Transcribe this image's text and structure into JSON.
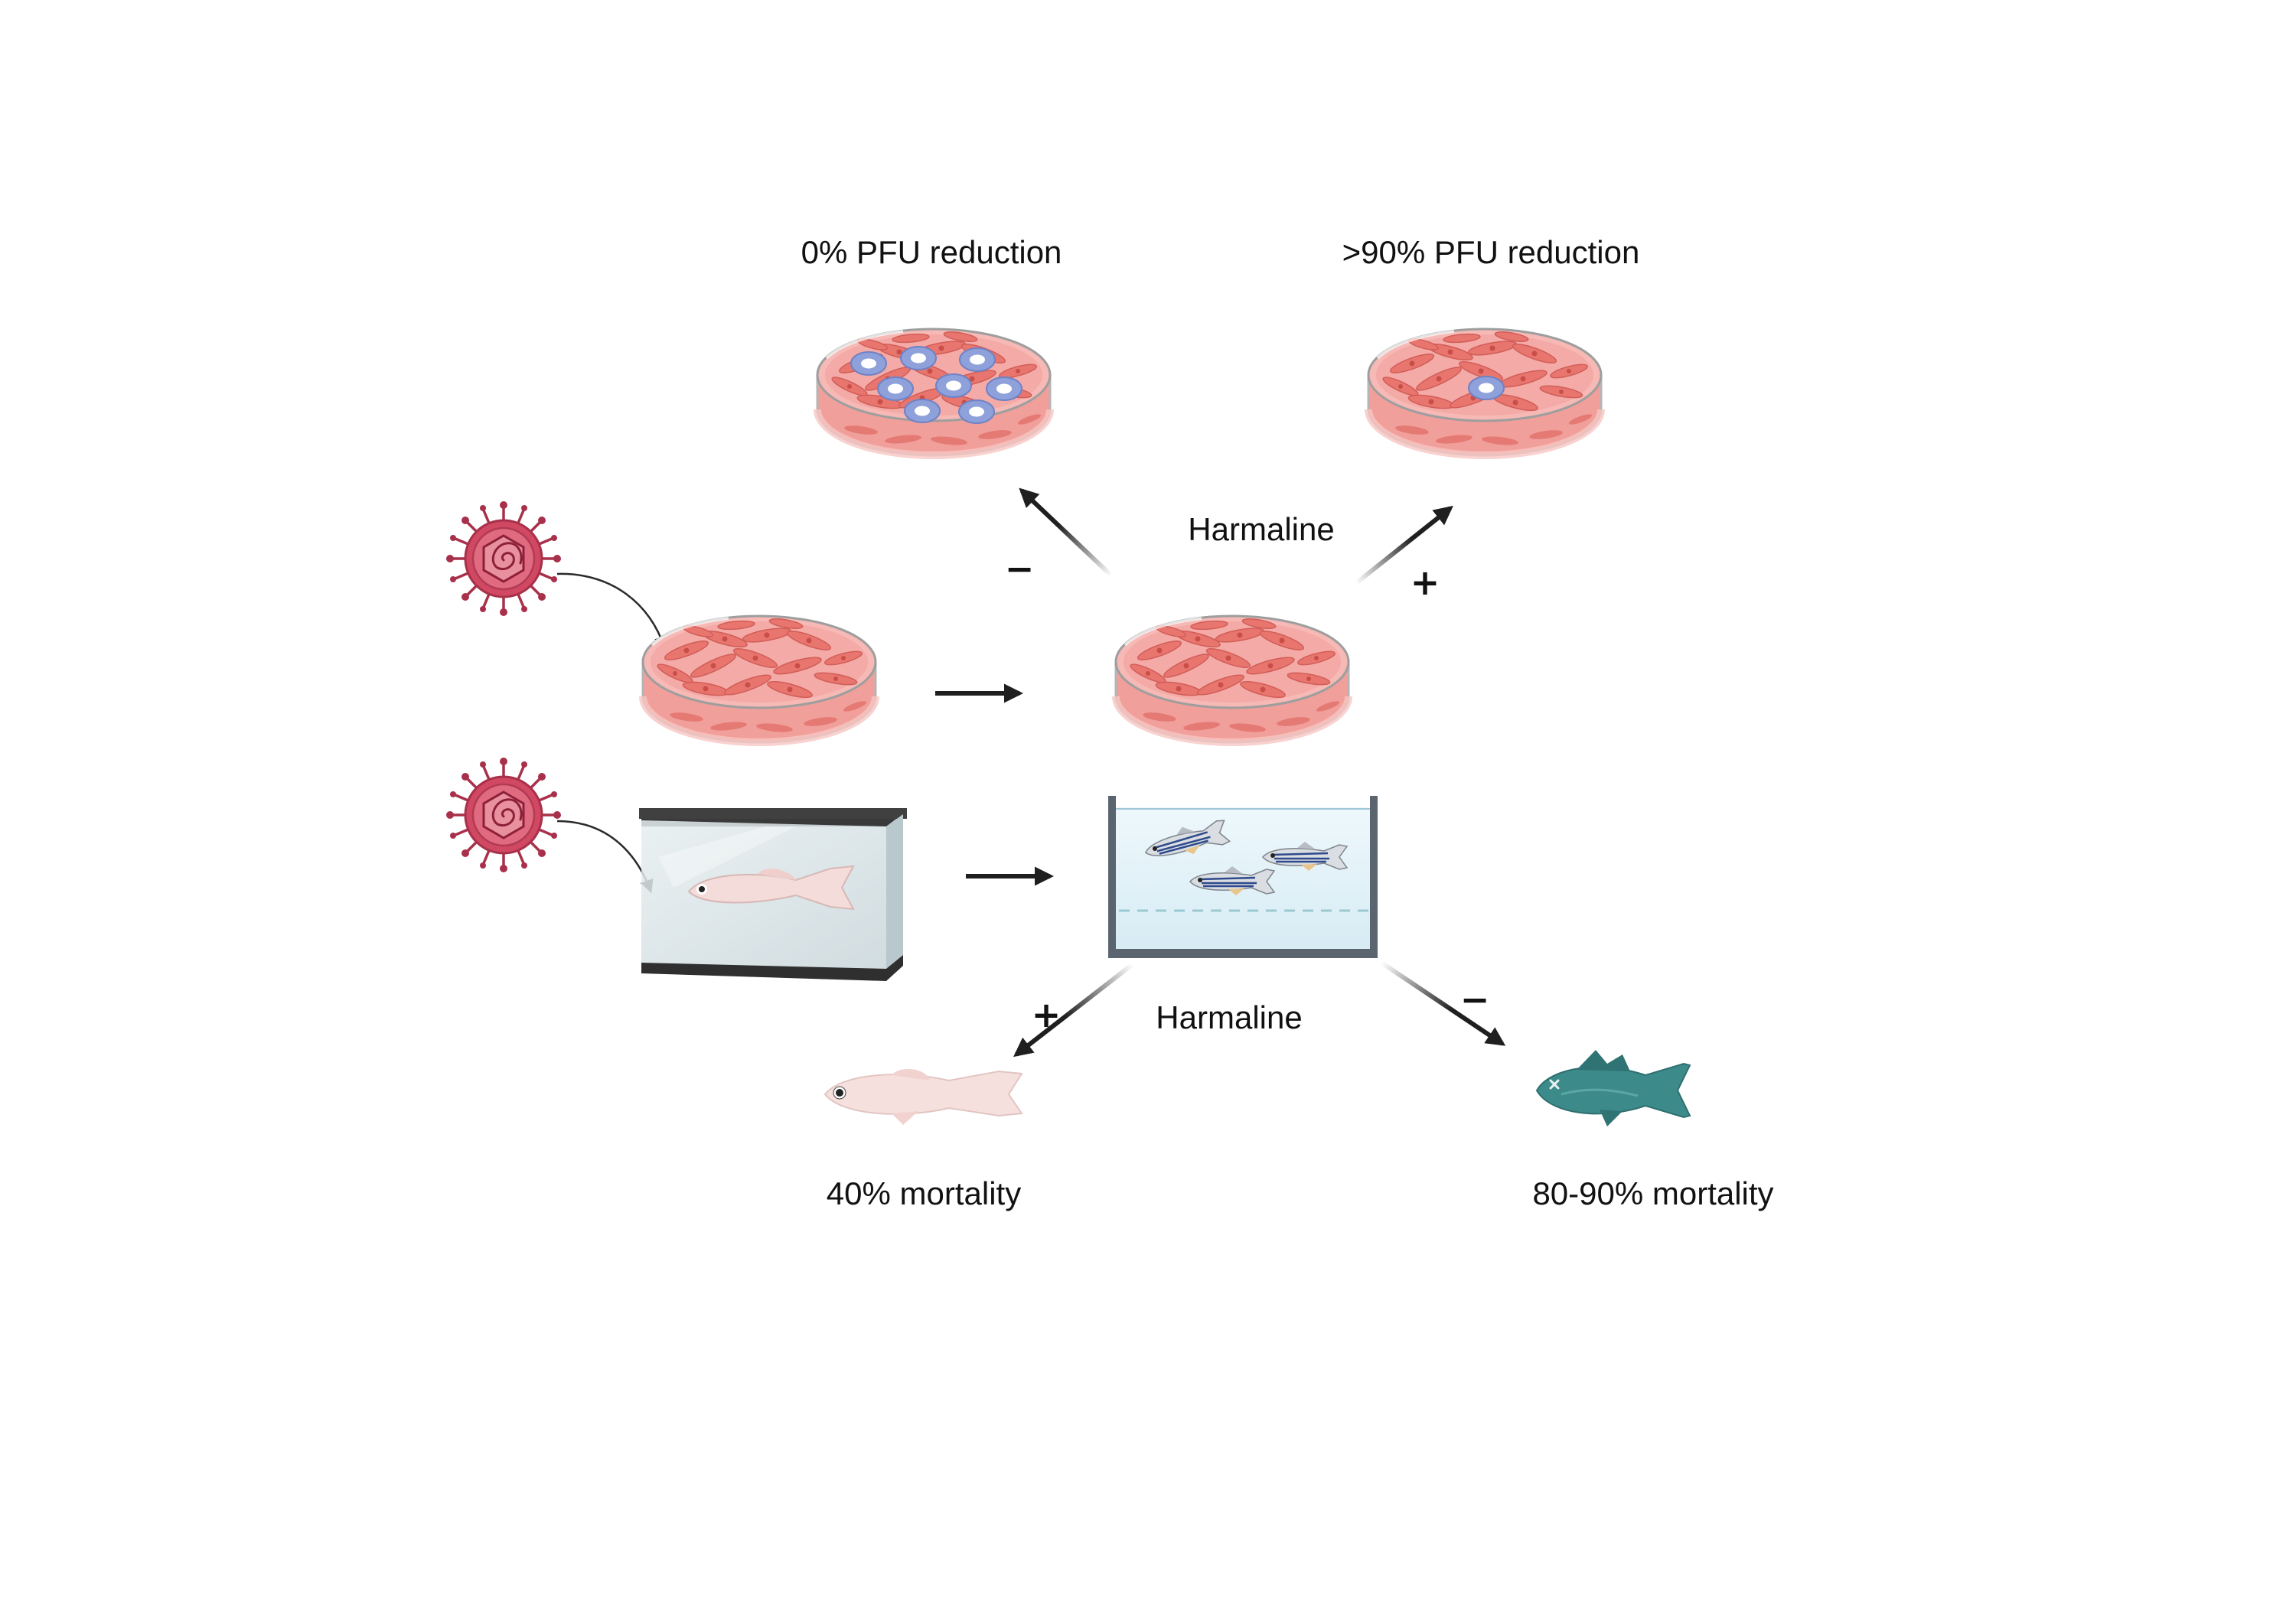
{
  "labels": {
    "pfu_untreated": "0% PFU reduction",
    "pfu_treated": ">90% PFU reduction",
    "treatment_cells": "Harmaline",
    "treatment_fish": "Harmaline",
    "mortality_treated": "40% mortality",
    "mortality_untreated": "80-90% mortality"
  },
  "signs": {
    "cells_minus": "−",
    "cells_plus": "+",
    "fish_plus": "+",
    "fish_minus": "−"
  },
  "icons": {
    "virus": "virus-icon",
    "dish": "petri-dish-icon",
    "aquarium": "aquarium-icon",
    "fish": "zebrafish-icon",
    "dead_fish": "dead-fish-icon"
  },
  "colors": {
    "medium": "#f4aaa6",
    "cell": "#e8766f",
    "plaque": "#8fa1da",
    "virus": "#c83a57",
    "water": "#e2f1f8",
    "dead_fish": "#3d8a8a",
    "arrow": "#1f1f1f"
  }
}
